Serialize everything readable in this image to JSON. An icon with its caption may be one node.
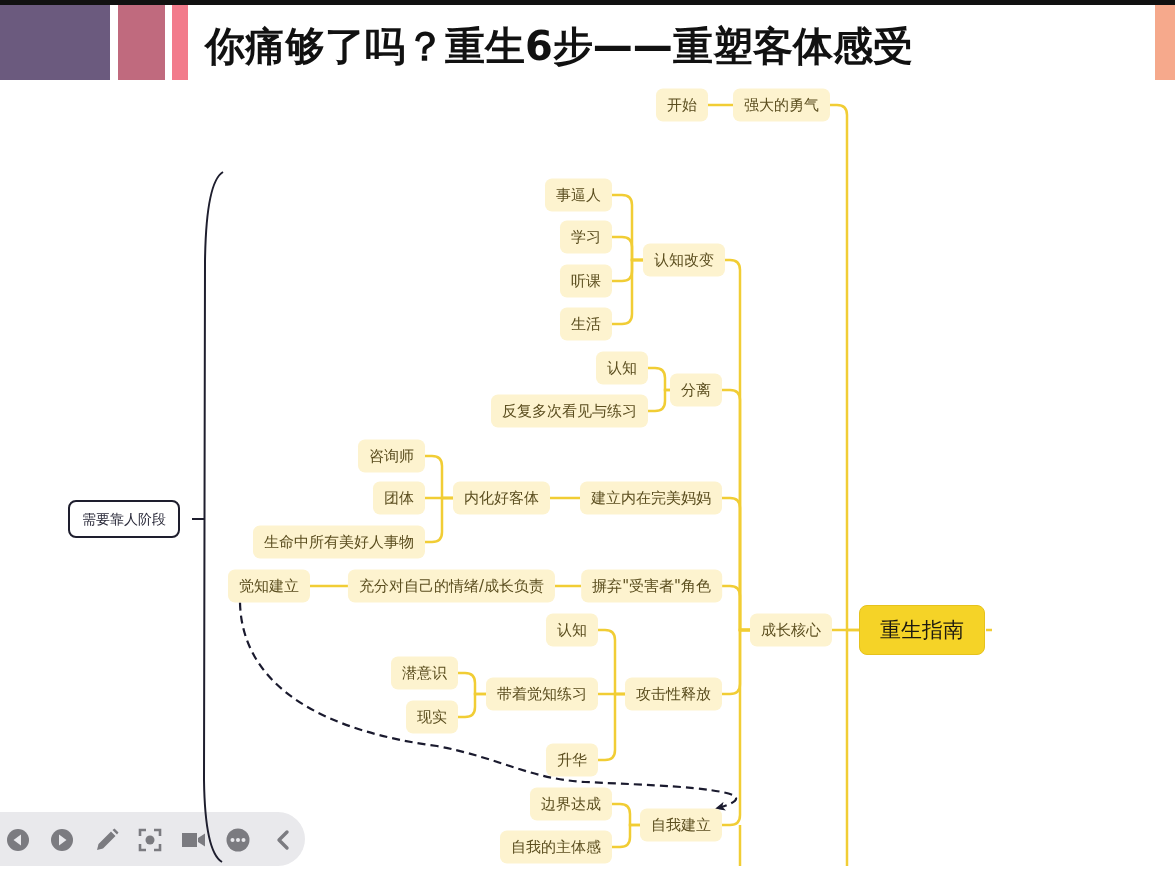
{
  "diagram": {
    "title": "你痛够了吗？重生6步——重塑客体感受",
    "nodes": [
      {
        "text": [
          "重生指南"
        ]
      },
      {
        "text": [
          "强大的勇气"
        ]
      },
      {
        "text": [
          "开始"
        ]
      },
      {
        "text": [
          "成长核心"
        ]
      },
      {
        "text": [
          "认知改变"
        ]
      },
      {
        "text": [
          "事逼人"
        ]
      },
      {
        "text": [
          "学习"
        ]
      },
      {
        "text": [
          "听课"
        ]
      },
      {
        "text": [
          "生活"
        ]
      },
      {
        "text": [
          "分离"
        ]
      },
      {
        "text": [
          "认知"
        ]
      },
      {
        "text": [
          "反复多次看见与练习"
        ]
      },
      {
        "text": [
          "建立内在完美妈妈"
        ]
      },
      {
        "text": [
          "内化好客体"
        ]
      },
      {
        "text": [
          "咨询师"
        ]
      },
      {
        "text": [
          "团体"
        ]
      },
      {
        "text": [
          "生命中所有美好人事物"
        ]
      },
      {
        "text": [
          "摒弃\"受害者\"角色"
        ]
      },
      {
        "text": [
          "充分对自己的情绪/成长负责"
        ]
      },
      {
        "text": [
          "觉知建立"
        ]
      },
      {
        "text": [
          "攻击性释放"
        ]
      },
      {
        "text": [
          "认知"
        ]
      },
      {
        "text": [
          "带着觉知练习"
        ]
      },
      {
        "text": [
          "潜意识"
        ]
      },
      {
        "text": [
          "现实"
        ]
      },
      {
        "text": [
          "升华"
        ]
      },
      {
        "text": [
          "自我建立"
        ]
      },
      {
        "text": [
          "边界达成"
        ]
      },
      {
        "text": [
          "自我的主体感"
        ]
      },
      {
        "text": [
          "需要靠人阶段"
        ]
      }
    ],
    "edges": [
      {
        "from": 0,
        "to": 1,
        "arrow": "none"
      },
      {
        "from": 1,
        "to": 2,
        "arrow": "none"
      },
      {
        "from": 0,
        "to": 3,
        "arrow": "none"
      },
      {
        "from": 3,
        "to": 4,
        "arrow": "none"
      },
      {
        "from": 4,
        "to": 5,
        "arrow": "none"
      },
      {
        "from": 4,
        "to": 6,
        "arrow": "none"
      },
      {
        "from": 4,
        "to": 7,
        "arrow": "none"
      },
      {
        "from": 4,
        "to": 8,
        "arrow": "none"
      },
      {
        "from": 3,
        "to": 9,
        "arrow": "none"
      },
      {
        "from": 9,
        "to": 10,
        "arrow": "none"
      },
      {
        "from": 9,
        "to": 11,
        "arrow": "none"
      },
      {
        "from": 3,
        "to": 12,
        "arrow": "none"
      },
      {
        "from": 12,
        "to": 13,
        "arrow": "none"
      },
      {
        "from": 13,
        "to": 14,
        "arrow": "none"
      },
      {
        "from": 13,
        "to": 15,
        "arrow": "none"
      },
      {
        "from": 13,
        "to": 16,
        "arrow": "none"
      },
      {
        "from": 3,
        "to": 17,
        "arrow": "none"
      },
      {
        "from": 17,
        "to": 18,
        "arrow": "none"
      },
      {
        "from": 18,
        "to": 19,
        "arrow": "none"
      },
      {
        "from": 3,
        "to": 20,
        "arrow": "none"
      },
      {
        "from": 20,
        "to": 21,
        "arrow": "none"
      },
      {
        "from": 20,
        "to": 22,
        "arrow": "none"
      },
      {
        "from": 22,
        "to": 23,
        "arrow": "none"
      },
      {
        "from": 22,
        "to": 24,
        "arrow": "none"
      },
      {
        "from": 20,
        "to": 25,
        "arrow": "none"
      },
      {
        "from": 3,
        "to": 26,
        "arrow": "none"
      },
      {
        "from": 26,
        "to": 27,
        "arrow": "none"
      },
      {
        "from": 26,
        "to": 28,
        "arrow": "none"
      },
      {
        "from": 19,
        "to": 26,
        "arrow": "to",
        "style": "dashed",
        "color": "#1a1a2e"
      }
    ]
  }
}
